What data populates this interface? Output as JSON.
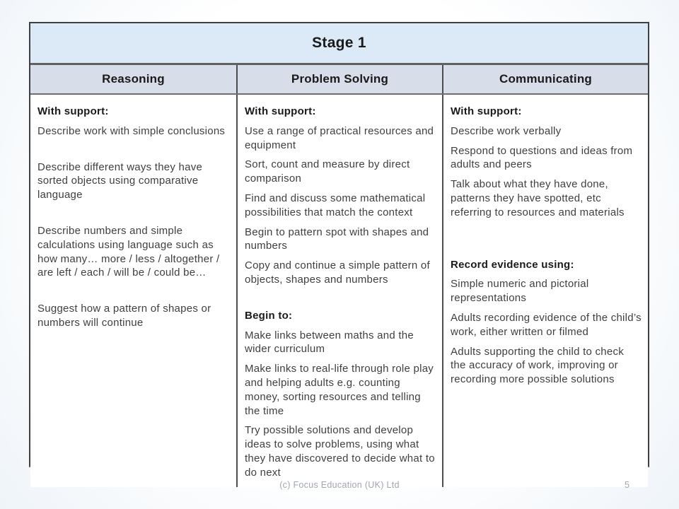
{
  "table": {
    "title": "Stage 1",
    "columns": [
      {
        "header": "Reasoning",
        "paragraphs": [
          {
            "text": "With support:",
            "bold": true,
            "gap": 0
          },
          {
            "text": "Describe work with simple conclusions",
            "bold": false,
            "gap": 0
          },
          {
            "text": "Describe different ways they have sorted objects using comparative language",
            "bold": false,
            "gap": 1
          },
          {
            "text": "Describe numbers and simple calculations using language such as how many… more / less / altogether / are left / each / will be / could be…",
            "bold": false,
            "gap": 1
          },
          {
            "text": "Suggest how a pattern of shapes or numbers will continue",
            "bold": false,
            "gap": 1
          }
        ]
      },
      {
        "header": "Problem Solving",
        "paragraphs": [
          {
            "text": "With support:",
            "bold": true,
            "gap": 0
          },
          {
            "text": "Use a range of practical resources and equipment",
            "bold": false,
            "gap": 0
          },
          {
            "text": "Sort, count and measure by direct comparison",
            "bold": false,
            "gap": 0
          },
          {
            "text": "Find and discuss some mathematical possibilities that match the context",
            "bold": false,
            "gap": 0
          },
          {
            "text": "Begin to pattern spot with shapes and numbers",
            "bold": false,
            "gap": 0
          },
          {
            "text": "Copy and continue a simple pattern of objects, shapes and numbers",
            "bold": false,
            "gap": 0
          },
          {
            "text": "Begin to:",
            "bold": true,
            "gap": 1
          },
          {
            "text": "Make links between maths and the wider curriculum",
            "bold": false,
            "gap": 0
          },
          {
            "text": "Make links to real-life through role play and helping adults e.g. counting money, sorting resources and telling the time",
            "bold": false,
            "gap": 0
          },
          {
            "text": "Try possible solutions and develop ideas to solve problems, using what they have discovered to decide what to do next",
            "bold": false,
            "gap": 0
          }
        ]
      },
      {
        "header": "Communicating",
        "paragraphs": [
          {
            "text": "With support:",
            "bold": true,
            "gap": 0
          },
          {
            "text": "Describe work verbally",
            "bold": false,
            "gap": 0
          },
          {
            "text": "Respond to questions and ideas from adults and peers",
            "bold": false,
            "gap": 0
          },
          {
            "text": "Talk about what they have done, patterns they have spotted, etc referring to resources and materials",
            "bold": false,
            "gap": 0
          },
          {
            "text": "Record evidence using:",
            "bold": true,
            "gap": 2
          },
          {
            "text": "Simple numeric and pictorial representations",
            "bold": false,
            "gap": 0
          },
          {
            "text": "Adults recording evidence of the child’s work, either written or filmed",
            "bold": false,
            "gap": 0
          },
          {
            "text": "Adults supporting the child to check the accuracy of work, improving or recording more possible solutions",
            "bold": false,
            "gap": 0
          }
        ]
      }
    ]
  },
  "footer": {
    "copyright": "(c) Focus Education (UK) Ltd",
    "page_number": "5"
  },
  "colors": {
    "title_row_bg": "#dce9f6",
    "header_row_bg": "#d7dde9",
    "border_outer": "#404040",
    "border_inner": "#4d4d4d",
    "body_text": "#3f3f3f",
    "heading_text": "#1a1a1a",
    "footer_text": "#a0a6ae"
  }
}
